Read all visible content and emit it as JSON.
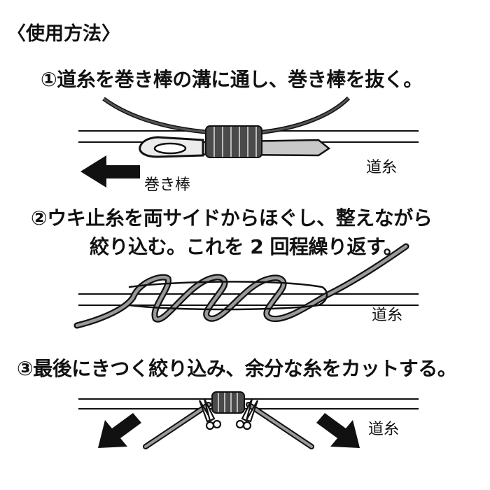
{
  "heading": "〈使用方法〉",
  "steps": [
    {
      "text": "①道糸を巻き棒の溝に通し、巻き棒を抜く。"
    },
    {
      "text_line1": "②ウキ止糸を両サイドからほぐし、整えながら",
      "text_line2": "絞り込む。これを 2 回程繰り返す。"
    },
    {
      "text": "③最後にきつく絞り込み、余分な糸をカットする。"
    }
  ],
  "labels": {
    "main_line": "道糸",
    "winding_rod": "巻き棒"
  },
  "colors": {
    "ink": "#111111",
    "thread_dark": "#555555",
    "thread_light": "#9a9a9a",
    "rod_fill": "#c8c8c8"
  },
  "icons": [
    "arrow-left-icon",
    "arrow-down-left-icon",
    "arrow-down-right-icon",
    "scissors-icon"
  ]
}
